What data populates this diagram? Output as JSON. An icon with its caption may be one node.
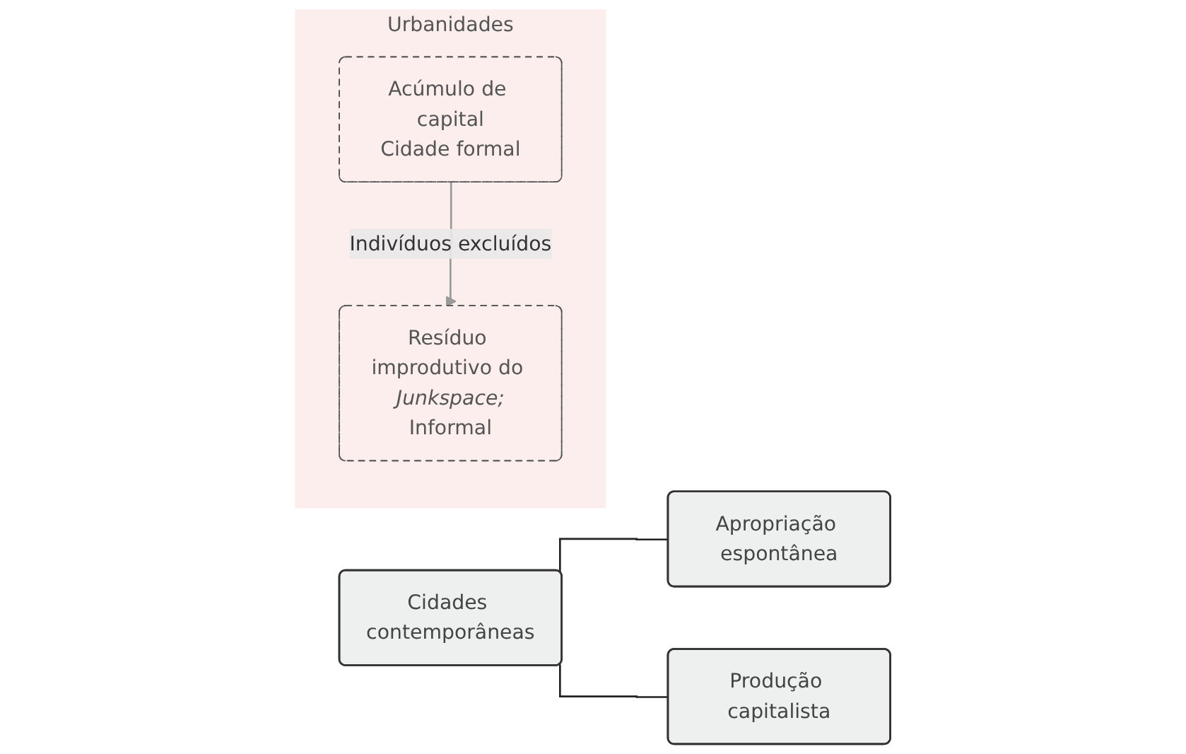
{
  "diagram": {
    "nodes": [
      {
        "text": [
          "Cidades contemporâneas"
        ]
      },
      {
        "text": [
          "Urbanidades"
        ]
      },
      {
        "text": [
          "Apropriação espontânea"
        ]
      },
      {
        "text": [
          "Resíduo improdutivo do *Junkspace;*",
          "Informal"
        ],
        "in": 1
      },
      {
        "text": [
          "Produção capitalista"
        ]
      },
      {
        "text": [
          "Acúmulo de capital",
          "Cidade formal"
        ],
        "in": 1
      }
    ],
    "edges": [
      {
        "from": 0,
        "to": 2,
        "arrow": "none"
      },
      {
        "from": 0,
        "to": 4,
        "arrow": "none"
      },
      {
        "from": 5,
        "to": 3,
        "arrow": "to",
        "label": "Indivíduos excluídos",
        "color": "#999999"
      }
    ]
  }
}
